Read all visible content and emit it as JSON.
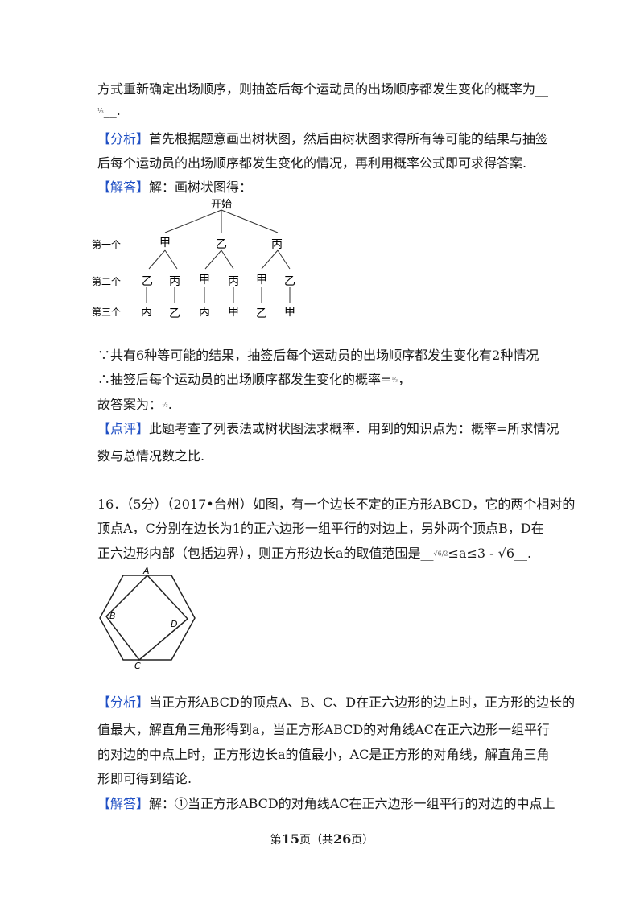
{
  "lines": {
    "l1": "方式重新确定出场顺序，则抽签后每个运动员的出场顺序都发生变化的概率为__",
    "l2_frac": "⅓",
    "l2_tail": "__.",
    "analysis_tag": "【分析】",
    "analysis_1": "首先根据题意画出树状图，然后由树状图求得所有等可能的结果与抽签",
    "analysis_2": "后每个运动员的出场顺序都发生变化的情况，再利用概率公式即可求得答案.",
    "answer_tag": "【解答】",
    "answer_1": "解：画树状图得：",
    "because": "∵共有6种等可能的结果，抽签后每个运动员的出场顺序都发生变化有2种情况",
    "therefore_a": "∴抽签后每个运动员的出场顺序都发生变化的概率=",
    "therefore_frac": "⅓",
    "therefore_b": "，",
    "result_a": "故答案为：",
    "result_frac": "⅓",
    "result_b": ".",
    "comment_tag": "【点评】",
    "comment_1": "此题考查了列表法或树状图法求概率．用到的知识点为：概率=所求情况",
    "comment_2": "数与总情况数之比.",
    "q16_1": "16．（5分）（2017•台州）如图，有一个边长不定的正方形ABCD，它的两个相对的",
    "q16_2": "顶点A，C分别在边长为1的正六边形一组平行的对边上，另外两个顶点B，D在",
    "q16_3a": "正六边形内部（包括边界），则正方形边长a的取值范围是__",
    "q16_3frac": "√6/2",
    "q16_3b": "≤a≤3 - √6",
    "q16_3c": "__.",
    "analysis2_tag": "【分析】",
    "analysis2_1": "当正方形ABCD的顶点A、B、C、D在正六边形的边上时，正方形的边长的",
    "analysis2_2": "值最大，解直角三角形得到a，当正方形ABCD的对角线AC在正六边形一组平行",
    "analysis2_3": "的对边的中点上时，正方形边长a的值最小，AC是正方形的对角线，解直角三角",
    "analysis2_4": "形即可得到结论.",
    "answer2_tag": "【解答】",
    "answer2_1": "解：①当正方形ABCD的对角线AC在正六边形一组平行的对边的中点上"
  },
  "tree": {
    "root": "开始",
    "row_labels": [
      "第一个",
      "第二个",
      "第三个"
    ],
    "level1": [
      "甲",
      "乙",
      "丙"
    ],
    "level2": [
      "乙",
      "丙",
      "甲",
      "丙",
      "甲",
      "乙"
    ],
    "level3": [
      "丙",
      "乙",
      "丙",
      "甲",
      "乙",
      "甲"
    ]
  },
  "hexfig": {
    "labels": [
      "A",
      "B",
      "C",
      "D"
    ]
  },
  "footer": {
    "pre": "第",
    "page": "15",
    "mid": "页（共",
    "total": "26",
    "post": "页）"
  }
}
